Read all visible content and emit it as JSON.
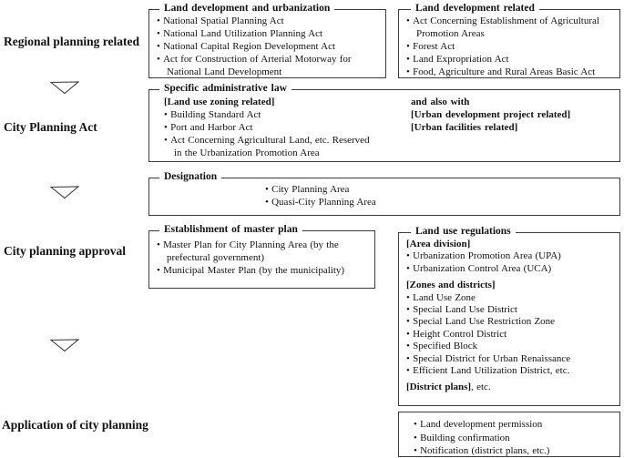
{
  "left_labels": [
    "Regional planning related",
    "City Planning Act",
    "City planning approval",
    "Application of city planning"
  ],
  "boxes": {
    "land_development_urbanization": {
      "title": "Land development and urbanization",
      "items": [
        "National Spatial Planning Act",
        "National Land Utilization Planning Act",
        "National Capital Region Development Act",
        "Act for Construction of Arterial Motorway for National Land Development"
      ]
    },
    "land_development_related": {
      "title": "Land development related",
      "items": [
        "Act Concerning Establishment of Agricultural Promotion Areas",
        "Forest Act",
        "Land Expropriation Act",
        "Food, Agriculture and Rural Areas Basic Act"
      ]
    },
    "specific_administrative_law": {
      "title": "Specific administrative law",
      "left_heading": "[Land use zoning related]",
      "items": [
        "Building Standard Act",
        "Port and Harbor Act",
        "Act Concerning Agricultural Land, etc. Reserved in the Urbanization Promotion Area"
      ],
      "right_note": "and also with",
      "right_headings": [
        "[Urban development project related]",
        "[Urban facilities related]"
      ]
    },
    "designation": {
      "title": "Designation",
      "items": [
        "City Planning Area",
        "Quasi-City Planning Area"
      ]
    },
    "establishment_of_master_plan": {
      "title": "Establishment of master plan",
      "items": [
        "Master Plan for City Planning Area (by the prefectural government)",
        "Municipal Master Plan (by the municipality)"
      ]
    },
    "land_use_regulations": {
      "title": "Land use regulations",
      "area_division_heading": "[Area division]",
      "area_division_items": [
        "Urbanization Promotion Area (UPA)",
        "Urbanization Control Area (UCA)"
      ],
      "zones_heading": "[Zones and districts]",
      "zones_items": [
        "Land Use Zone",
        "Special Land Use District",
        "Special Land Use Restriction Zone",
        "Height Control District",
        "Specified Block",
        "Special District for Urban Renaissance",
        "Efficient Land Utilization District, etc."
      ],
      "district_plans_heading": "[District plans]",
      "district_plans_suffix": ", etc."
    },
    "application_of_city_planning": {
      "items": [
        "Land development permission",
        "Building confirmation",
        "Notification (district plans, etc.)"
      ]
    }
  },
  "colors": {
    "border": "#3c3c3c",
    "text": "#111111",
    "background": "#ffffff"
  }
}
